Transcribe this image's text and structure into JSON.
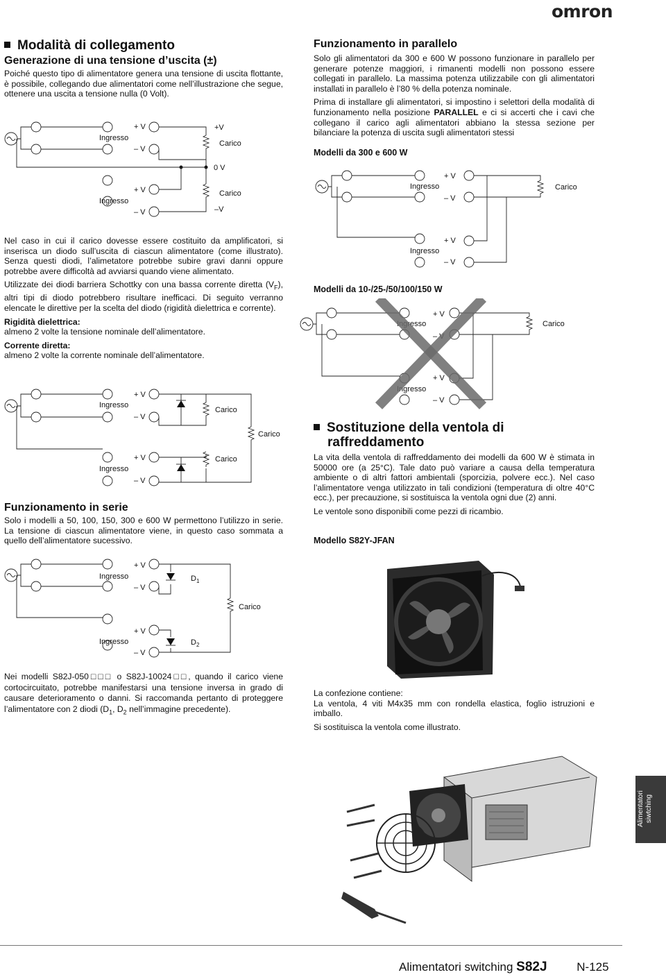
{
  "header": {
    "brand": "omron"
  },
  "left": {
    "section_title": "Modalità di collegamento",
    "subsection_title": "Generazione di una tensione d’uscita (±)",
    "intro": "Poiché questo tipo di alimentatore genera una tensione di uscita flottante, è possibile, collegando due alimentatori come nell’illustrazione che segue, ottenere una uscita a tensione nulla (0 Volt).",
    "diodes_text": "Nel caso in cui il carico dovesse essere costituito da amplificatori, si inserisca un diodo sull’uscita di ciascun alimentatore (come illustrato). Senza questi diodi, l’alimetatore potrebbe subire gravi danni oppure potrebbe avere difficoltà ad avviarsi quando viene alimentato.",
    "schottky_text_1": "Utilizzate dei diodi barriera Schottky con una bassa corrente diretta (V",
    "schottky_sub": "F",
    "schottky_text_2": "), altri tipi di diodo potrebbero risultare inefficaci. Di seguito verranno elencate le direttive per la scelta del diodo (rigidità dielettrica e corrente).",
    "rigidity_label": "Rigidità dielettrica:",
    "rigidity_text": "almeno 2 volte la tensione nominale dell’alimentatore.",
    "current_label": "Corrente diretta:",
    "current_text": "almeno 2 volte la corrente nominale dell’alimentatore.",
    "series_title": "Funzionamento in serie",
    "series_text": "Solo i modelli a 50, 100, 150, 300 e 600 W permettono l’utilizzo in serie. La tensione di ciascun alimentatore viene, in questo caso sommata a quello dell’alimentatore sucessivo.",
    "s82j_text_1": "Nei modelli S82J-050□□□ o S82J-10024□□, quando il carico viene cortocircuitato, potrebbe manifestarsi una tensione inversa in grado di causare deterioramento o danni. Si raccomanda pertanto di proteggere l’alimentatore con 2 diodi (D",
    "s82j_sub1": "1",
    "s82j_mid": ", D",
    "s82j_sub2": "2",
    "s82j_text_2": " nell’immagine precedente)."
  },
  "right": {
    "parallel_title": "Funzionamento in parallelo",
    "parallel_text_1": "Solo gli alimentatori da 300 e 600 W possono funzionare in parallelo per generare potenze maggiori, i rimanenti modelli non possono essere collegati in parallelo. La massima potenza utilizzabile con gli alimentatori installati in parallelo è l’80 % della potenza nominale.",
    "parallel_text_2a": "Prima di installare gli alimentatori, si impostino i selettori della modalità di funzionamento nella posizione ",
    "parallel_keyword": "PARALLEL",
    "parallel_text_2b": " e ci si accerti che i cavi che collegano il carico agli alimentatori abbiano la stessa sezione per bilanciare la potenza di uscita sugli alimentatori stessi",
    "models_300_600": "Modelli da 300 e 600 W",
    "models_small": "Modelli da 10-/25-/50/100/150 W",
    "fan_title_1": "Sostituzione della ventola di",
    "fan_title_2": "raffreddamento",
    "fan_text": "La vita della ventola di raffreddamento dei modelli da 600 W è stimata in 50000 ore (a 25°C). Tale dato può variare a causa della temperatura ambiente o di altri fattori ambientali (sporcizia, polvere ecc.). Nel caso l’alimentatore venga utilizzato in tali condizioni (temperatura di oltre 40°C ecc.), per precauzione, si sostituisca la ventola ogni due (2) anni.",
    "spare_text": "Le ventole sono disponibili come pezzi di ricambio.",
    "fan_model": "Modello S82Y-JFAN",
    "package_label": "La confezione contiene:",
    "package_text": "La ventola, 4 viti M4x35 mm con rondella elastica, foglio istruzioni e imballo.",
    "replace_text": "Si sostituisca la ventola come illustrato."
  },
  "diagrams": {
    "ingresso": "Ingresso",
    "carico": "Carico",
    "plus_v": "+ V",
    "minus_v": "– V",
    "plus_v_out": "+V",
    "zero_v": "0 V",
    "minus_v_out": "–V",
    "d1": "D",
    "d1_sub": "1",
    "d2": "D",
    "d2_sub": "2"
  },
  "side_tab": {
    "line1": "Alimentatori",
    "line2": "siwtching"
  },
  "footer": {
    "title": "Alimentatori switching",
    "model": "S82J",
    "page": "N-125"
  }
}
